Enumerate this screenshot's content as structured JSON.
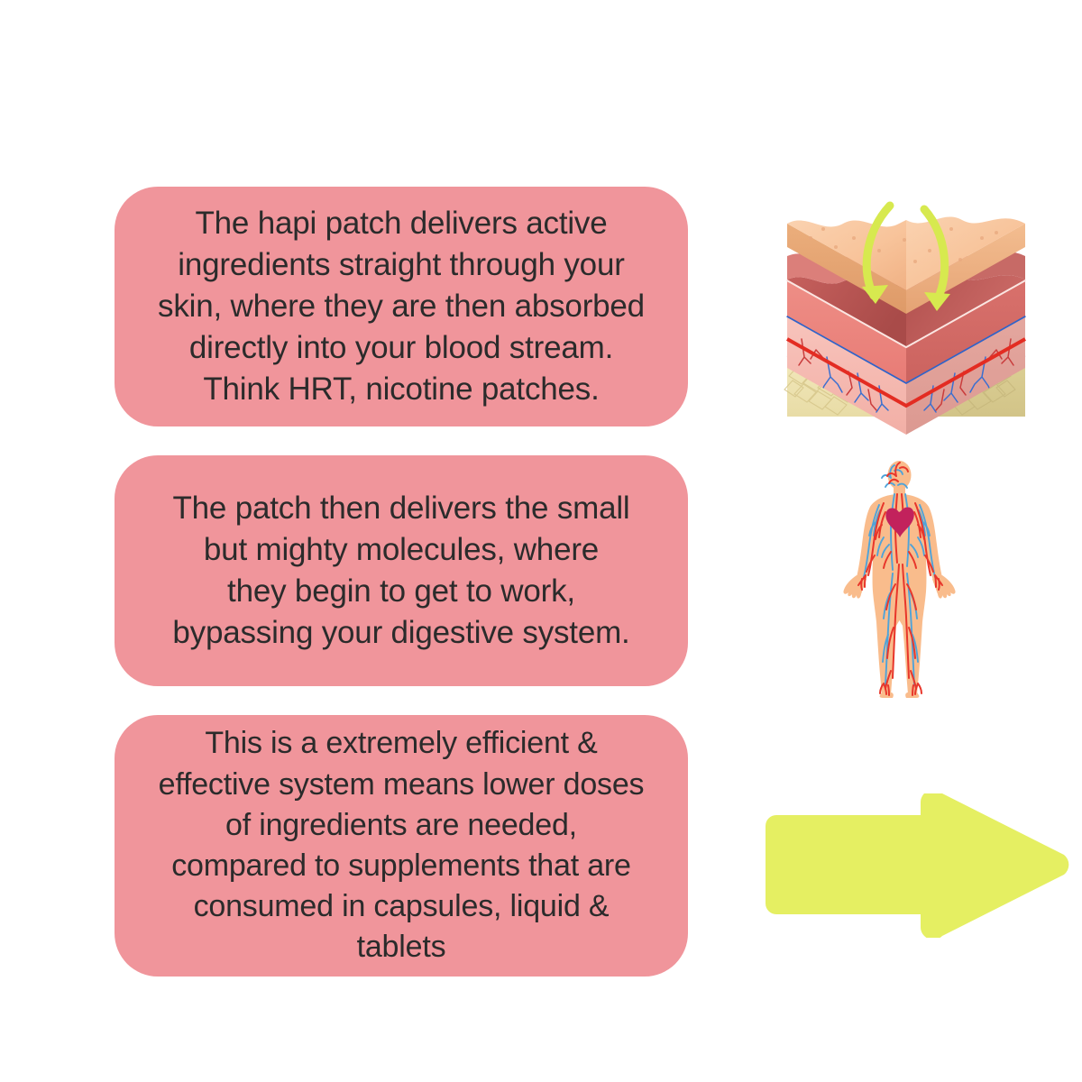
{
  "page": {
    "background_color": "#FFFFFF",
    "card_color": "#F0959B",
    "text_color": "#2B2B2B",
    "accent_green": "#E5EF62"
  },
  "cards": [
    {
      "id": "card-1",
      "name": "absorption-card",
      "text": "The hapi patch delivers active\ningredients straight through your\nskin, where they are then absorbed\ndirectly into your blood stream.\nThink HRT, nicotine patches."
    },
    {
      "id": "card-2",
      "name": "bloodstream-card",
      "text": "The patch then delivers the small\nbut mighty molecules, where\nthey begin to get to work,\nbypassing your digestive system."
    },
    {
      "id": "card-3",
      "name": "efficiency-card",
      "text": "This is a extremely efficient &\neffective system means lower doses\nof ingredients are needed,\ncompared to supplements that are\nconsumed in capsules, liquid &\ntablets"
    }
  ],
  "illustrations": {
    "skin": {
      "name": "skin-cross-section-illustration",
      "alt": "skin-layers-diagram",
      "colors": {
        "epidermis_top": "#F8C9A4",
        "epidermis_side": "#E8A878",
        "dermis_upper": "#E8837E",
        "dermis_upper_dark": "#C9615E",
        "dermis_lower": "#F4B3AC",
        "dermis_lower_dark": "#DE9A93",
        "subcutaneous_brown": "#A07A42",
        "fat_layer": "#EDE3B0",
        "fat_layer_side": "#D8CB93",
        "artery_red": "#E03127",
        "vein_blue": "#2F63C9",
        "arrow_green": "#D7E94F"
      },
      "arrow_count": 2
    },
    "body": {
      "name": "circulatory-system-illustration",
      "alt": "human-body-blood-vessels-diagram",
      "colors": {
        "skin": "#F8B98A",
        "artery": "#E8362B",
        "vein": "#4FA3D9",
        "heart": "#C2225C"
      }
    },
    "arrow": {
      "name": "forward-arrow-illustration",
      "alt": "right-pointing-arrow",
      "direction": "right",
      "color": "#E5EF62"
    }
  }
}
